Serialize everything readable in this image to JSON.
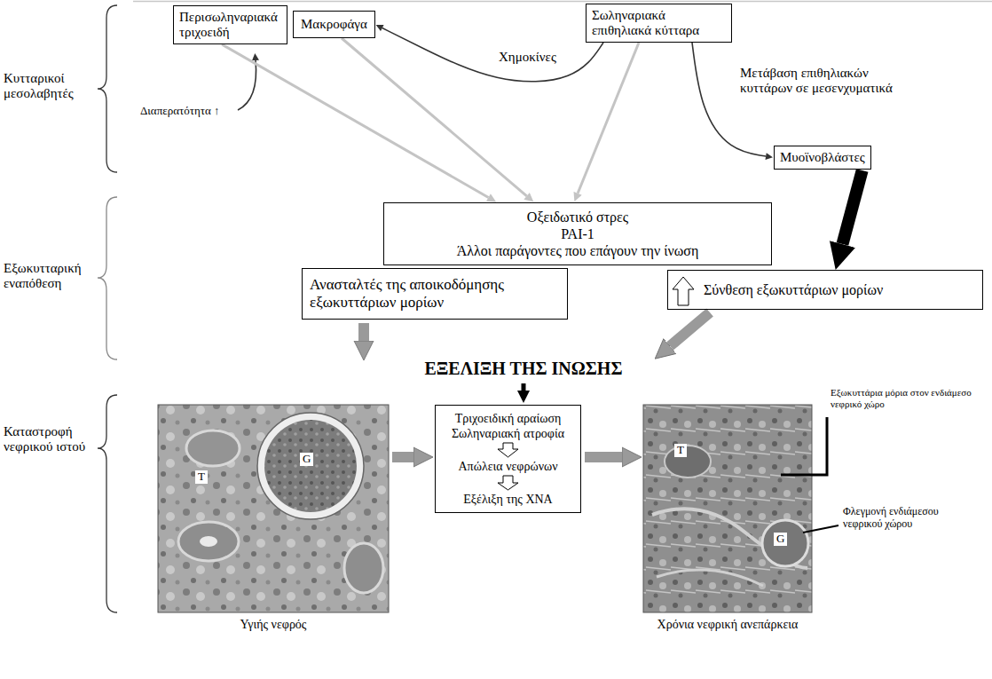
{
  "diagram": {
    "nodes": [
      {
        "text": [
          "Περισωληναριακά τριχοειδή"
        ]
      },
      {
        "text": [
          "Μακροφάγα"
        ]
      },
      {
        "text": [
          "Σωληναριακά επιθηλιακά κύτταρα"
        ]
      },
      {
        "text": [
          "Μυοϊνοβλάστες"
        ]
      },
      {
        "text": [
          "Οξειδωτικό στρες",
          "PAI-1",
          "Άλλοι παράγοντες που επάγουν την ίνωση"
        ]
      },
      {
        "text": [
          "Ανασταλτές της αποικοδόμησης εξωκυττάριων μορίων"
        ]
      },
      {
        "text": [
          "Σύνθεση εξωκυττάριων μορίων"
        ]
      },
      {
        "text": [
          "Τριχοειδική αραίωση",
          "Σωληναριακή ατροφία",
          "Απώλεια νεφρώνων",
          "Εξέλιξη της ΧΝΑ"
        ]
      }
    ],
    "edges": [
      {
        "from": 0,
        "to": 4,
        "arrow": "to"
      },
      {
        "from": 1,
        "to": 4,
        "arrow": "to"
      },
      {
        "from": 2,
        "to": 4,
        "arrow": "to"
      },
      {
        "from": 2,
        "to": 1,
        "label": "Χημοκίνες",
        "arrow": "to"
      },
      {
        "from": 2,
        "to": 3,
        "label": "Μετάβαση επιθηλιακών κυττάρων σε μεσενχυματικά",
        "arrow": "to"
      },
      {
        "from": 3,
        "to": 6,
        "arrow": "to"
      }
    ],
    "labels": [
      "Κυτταρικοί μεσολαβητές",
      "Διαπερατότητα ↑",
      "Εξωκυτταρική εναπόθεση",
      "ΕΞΕΛΙΞΗ ΤΗΣ ΙΝΩΣΗΣ",
      "Καταστροφή νεφρικού ιστού",
      "T",
      "G",
      "Υγιής νεφρός",
      "Εξωκυττάρια μόρια στον ενδιάμεσο νεφρικό χώρο",
      "T",
      "G",
      "Φλεγμονή ενδιάμεσου νεφρικού χώρου",
      "Χρόνια νεφρική ανεπάρκεια"
    ]
  }
}
